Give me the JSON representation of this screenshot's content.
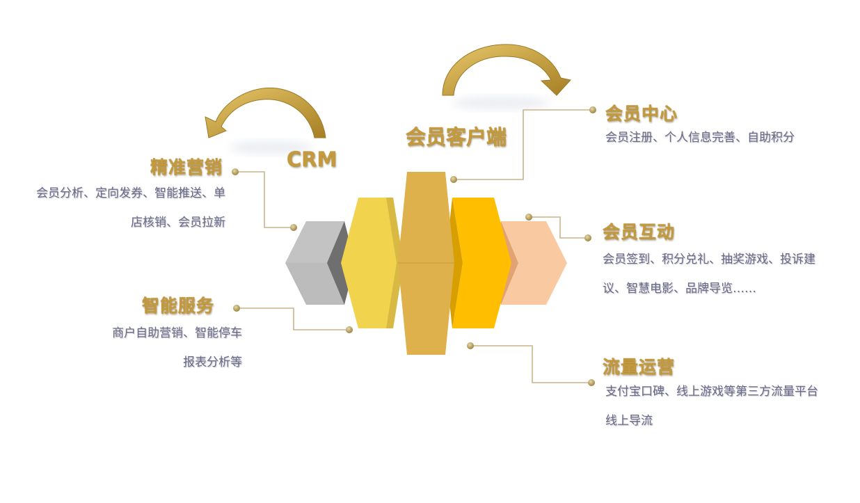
{
  "header": {
    "crm_label": "CRM",
    "client_label": "会员客户端"
  },
  "left_items": [
    {
      "title": "精准营销",
      "desc_lines": [
        "会员分析、定向发券、智能推送、单",
        "店核销、会员拉新"
      ]
    },
    {
      "title": "智能服务",
      "desc_lines": [
        "商户自助营销、智能停车",
        "报表分析等"
      ]
    }
  ],
  "right_items": [
    {
      "title": "会员中心",
      "desc_lines": [
        "会员注册、个人信息完善、自助积分"
      ]
    },
    {
      "title": "会员互动",
      "desc_lines": [
        "会员签到、积分兑礼、抽奖游戏、投诉建",
        "议、智慧电影、品牌导览……"
      ]
    },
    {
      "title": "流量运营",
      "desc_lines": [
        "支付宝口碑、线上游戏等第三方流量平台",
        "线上导流"
      ]
    }
  ],
  "colors": {
    "gold_text": "#c49a3c",
    "block_gray": "#bdbdbd",
    "block_yellow": "#f2d34d",
    "block_gold": "#deb14c",
    "block_orange": "#ffbf00",
    "block_peach": "#f9c9a2",
    "connector": "#c9b489"
  },
  "icons": [
    "curved-arrow-left-icon",
    "curved-arrow-right-icon"
  ]
}
